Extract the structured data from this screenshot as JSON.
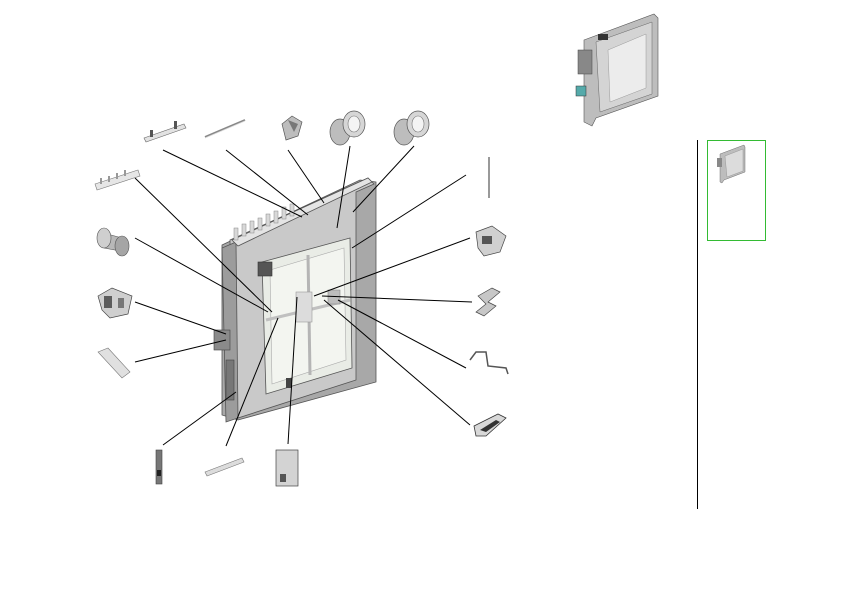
{
  "colors": {
    "panel_face": "#c8c8c8",
    "panel_shadow": "#9a9a9a",
    "window": "#e9ece6",
    "part_light": "#d9d9d9",
    "part_dark": "#6e6e6e",
    "leader": "#000000",
    "highlight_box": "#33bb33",
    "divider": "#000000"
  },
  "icons": {
    "assembly": "right-side-cover-assembly-icon",
    "overview": "printer-side-overview-icon",
    "thumbnail": "assembly-thumbnail-icon"
  },
  "callouts": [
    {
      "id": "rod-1",
      "icon": "slotted-rod-icon"
    },
    {
      "id": "pin-1",
      "icon": "thin-pin-icon"
    },
    {
      "id": "latch-1",
      "icon": "latch-clip-icon"
    },
    {
      "id": "bushing-1",
      "icon": "bushing-icon"
    },
    {
      "id": "bushing-2",
      "icon": "bushing-icon"
    },
    {
      "id": "rod-2",
      "icon": "vertical-rod-icon"
    },
    {
      "id": "comb-guide",
      "icon": "comb-guide-icon"
    },
    {
      "id": "roller",
      "icon": "roller-icon"
    },
    {
      "id": "bracket-left",
      "icon": "bracket-icon"
    },
    {
      "id": "spring-plate",
      "icon": "spring-plate-icon"
    },
    {
      "id": "connector-right",
      "icon": "connector-icon"
    },
    {
      "id": "flat-spring",
      "icon": "flat-spring-icon"
    },
    {
      "id": "wire-link",
      "icon": "wire-link-icon"
    },
    {
      "id": "lever-arm",
      "icon": "lever-arm-icon"
    },
    {
      "id": "strip-rod",
      "icon": "strip-rod-icon"
    },
    {
      "id": "pin-bar",
      "icon": "pin-bar-icon"
    },
    {
      "id": "plate-cover",
      "icon": "plate-cover-icon"
    }
  ]
}
